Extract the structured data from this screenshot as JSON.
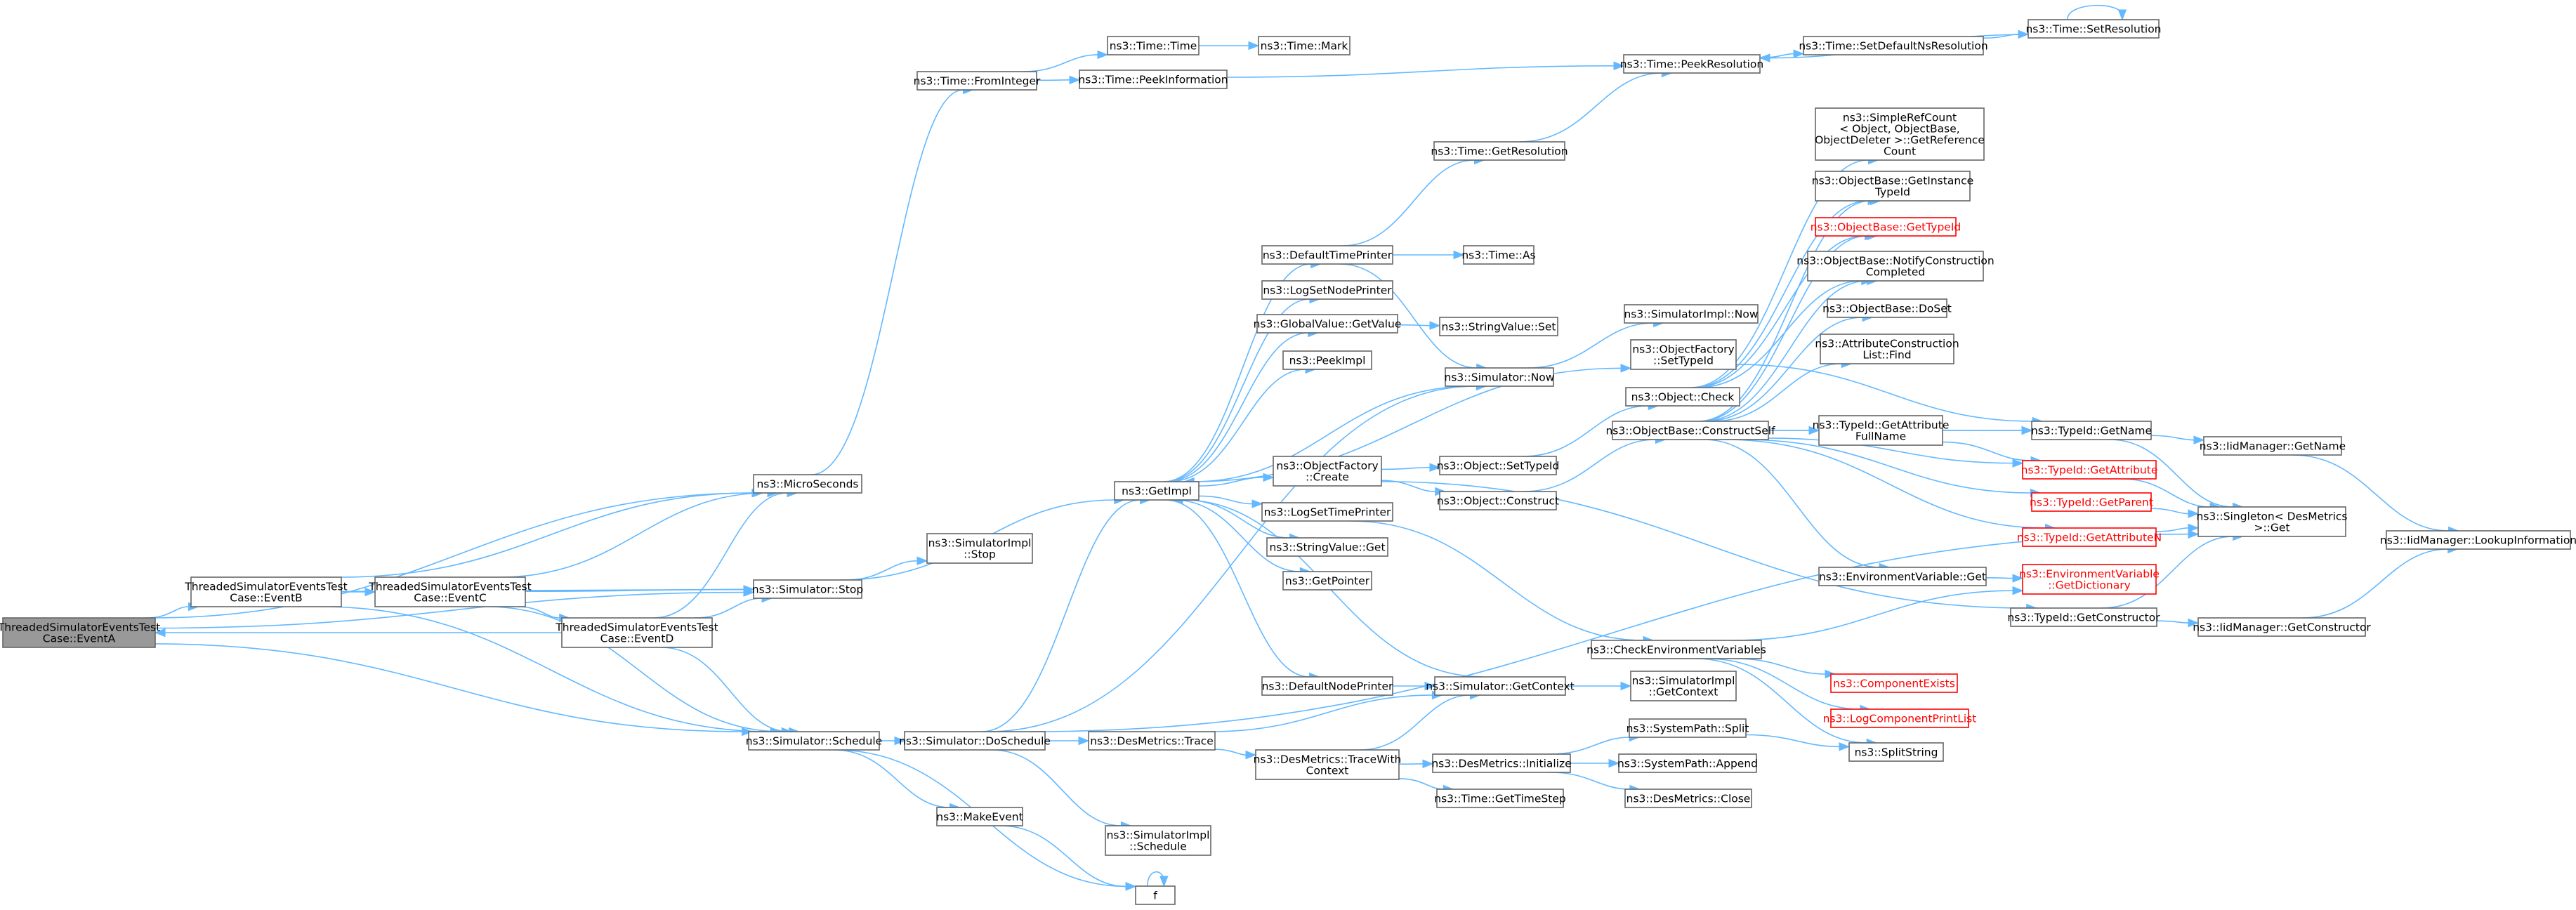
{
  "graph": {
    "root": "eventa",
    "colors": {
      "edge": "#63b8ff",
      "node_border": "#666666",
      "root_fill": "#999999",
      "missing_text": "#ff0000"
    },
    "nodes": [
      {
        "id": "eventa",
        "lines": [
          "ThreadedSimulatorEventsTest",
          "Case::EventA"
        ],
        "root": true
      },
      {
        "id": "eventb",
        "lines": [
          "ThreadedSimulatorEventsTest",
          "Case::EventB"
        ]
      },
      {
        "id": "eventc",
        "lines": [
          "ThreadedSimulatorEventsTest",
          "Case::EventC"
        ]
      },
      {
        "id": "eventd",
        "lines": [
          "ThreadedSimulatorEventsTest",
          "Case::EventD"
        ]
      },
      {
        "id": "microseconds",
        "lines": [
          "ns3::MicroSeconds"
        ]
      },
      {
        "id": "sim_stop",
        "lines": [
          "ns3::Simulator::Stop"
        ]
      },
      {
        "id": "sim_schedule",
        "lines": [
          "ns3::Simulator::Schedule"
        ]
      },
      {
        "id": "time_fromint",
        "lines": [
          "ns3::Time::FromInteger"
        ]
      },
      {
        "id": "simimpl_stop",
        "lines": [
          "ns3::SimulatorImpl",
          "::Stop"
        ]
      },
      {
        "id": "sim_doschedule",
        "lines": [
          "ns3::Simulator::DoSchedule"
        ]
      },
      {
        "id": "makeevent",
        "lines": [
          "ns3::MakeEvent"
        ]
      },
      {
        "id": "time_time",
        "lines": [
          "ns3::Time::Time"
        ]
      },
      {
        "id": "time_peekinfo",
        "lines": [
          "ns3::Time::PeekInformation"
        ]
      },
      {
        "id": "time_mark",
        "lines": [
          "ns3::Time::Mark"
        ]
      },
      {
        "id": "getimpl",
        "lines": [
          "ns3::GetImpl"
        ]
      },
      {
        "id": "desmetrics_trace",
        "lines": [
          "ns3::DesMetrics::Trace"
        ]
      },
      {
        "id": "simimpl_schedule",
        "lines": [
          "ns3::SimulatorImpl",
          "::Schedule"
        ]
      },
      {
        "id": "f",
        "lines": [
          "f"
        ]
      },
      {
        "id": "defaulttimeprinter",
        "lines": [
          "ns3::DefaultTimePrinter"
        ]
      },
      {
        "id": "logsetnodeprinter",
        "lines": [
          "ns3::LogSetNodePrinter"
        ]
      },
      {
        "id": "globalvalue_getvalue",
        "lines": [
          "ns3::GlobalValue::GetValue"
        ]
      },
      {
        "id": "peekimpl",
        "lines": [
          "ns3::PeekImpl"
        ]
      },
      {
        "id": "objectfactory_create",
        "lines": [
          "ns3::ObjectFactory",
          "::Create"
        ]
      },
      {
        "id": "logsettimeprinter",
        "lines": [
          "ns3::LogSetTimePrinter"
        ]
      },
      {
        "id": "stringvalue_get",
        "lines": [
          "ns3::StringValue::Get"
        ]
      },
      {
        "id": "getpointer",
        "lines": [
          "ns3::GetPointer"
        ]
      },
      {
        "id": "defaultnodeprinter",
        "lines": [
          "ns3::DefaultNodePrinter"
        ]
      },
      {
        "id": "desmetrics_tracewithcontext",
        "lines": [
          "ns3::DesMetrics::TraceWith",
          "Context"
        ]
      },
      {
        "id": "time_getresolution",
        "lines": [
          "ns3::Time::GetResolution"
        ]
      },
      {
        "id": "time_as",
        "lines": [
          "ns3::Time::As"
        ]
      },
      {
        "id": "stringvalue_set",
        "lines": [
          "ns3::StringValue::Set"
        ]
      },
      {
        "id": "sim_now",
        "lines": [
          "ns3::Simulator::Now"
        ]
      },
      {
        "id": "object_settypeid",
        "lines": [
          "ns3::Object::SetTypeId"
        ]
      },
      {
        "id": "object_construct",
        "lines": [
          "ns3::Object::Construct"
        ]
      },
      {
        "id": "sim_getcontext",
        "lines": [
          "ns3::Simulator::GetContext"
        ]
      },
      {
        "id": "desmetrics_initialize",
        "lines": [
          "ns3::DesMetrics::Initialize"
        ]
      },
      {
        "id": "time_gettimestep",
        "lines": [
          "ns3::Time::GetTimeStep"
        ]
      },
      {
        "id": "time_peekresolution",
        "lines": [
          "ns3::Time::PeekResolution"
        ]
      },
      {
        "id": "simimpl_now",
        "lines": [
          "ns3::SimulatorImpl::Now"
        ]
      },
      {
        "id": "objectfactory_settypeid",
        "lines": [
          "ns3::ObjectFactory",
          "::SetTypeId"
        ]
      },
      {
        "id": "object_check",
        "lines": [
          "ns3::Object::Check"
        ]
      },
      {
        "id": "objectbase_constructself",
        "lines": [
          "ns3::ObjectBase::ConstructSelf"
        ]
      },
      {
        "id": "checkenvvars",
        "lines": [
          "ns3::CheckEnvironmentVariables"
        ]
      },
      {
        "id": "simimpl_getcontext",
        "lines": [
          "ns3::SimulatorImpl",
          "::GetContext"
        ]
      },
      {
        "id": "systempath_split",
        "lines": [
          "ns3::SystemPath::Split"
        ]
      },
      {
        "id": "systempath_append",
        "lines": [
          "ns3::SystemPath::Append"
        ]
      },
      {
        "id": "desmetrics_close",
        "lines": [
          "ns3::DesMetrics::Close"
        ]
      },
      {
        "id": "time_setdefaultns",
        "lines": [
          "ns3::Time::SetDefaultNsResolution"
        ]
      },
      {
        "id": "time_setresolution",
        "lines": [
          "ns3::Time::SetResolution"
        ]
      },
      {
        "id": "simplerefcount",
        "lines": [
          "ns3::SimpleRefCount",
          "< Object, ObjectBase,",
          "ObjectDeleter >::GetReference",
          "Count"
        ]
      },
      {
        "id": "objectbase_getinstancetypeid",
        "lines": [
          "ns3::ObjectBase::GetInstance",
          "TypeId"
        ]
      },
      {
        "id": "objectbase_gettypeid",
        "lines": [
          "ns3::ObjectBase::GetTypeId"
        ],
        "missing": true
      },
      {
        "id": "objectbase_notifyconstruction",
        "lines": [
          "ns3::ObjectBase::NotifyConstruction",
          "Completed"
        ]
      },
      {
        "id": "objectbase_doset",
        "lines": [
          "ns3::ObjectBase::DoSet"
        ]
      },
      {
        "id": "attrconstructionlist_find",
        "lines": [
          "ns3::AttributeConstruction",
          "List::Find"
        ]
      },
      {
        "id": "typeid_getattributefullname",
        "lines": [
          "ns3::TypeId::GetAttribute",
          "FullName"
        ]
      },
      {
        "id": "typeid_getattribute",
        "lines": [
          "ns3::TypeId::GetAttribute"
        ],
        "missing": true
      },
      {
        "id": "typeid_getparent",
        "lines": [
          "ns3::TypeId::GetParent"
        ],
        "missing": true
      },
      {
        "id": "typeid_getattributen",
        "lines": [
          "ns3::TypeId::GetAttributeN"
        ],
        "missing": true
      },
      {
        "id": "envvar_get",
        "lines": [
          "ns3::EnvironmentVariable::Get"
        ]
      },
      {
        "id": "envvar_getdictionary",
        "lines": [
          "ns3::EnvironmentVariable",
          "::GetDictionary"
        ],
        "missing": true
      },
      {
        "id": "typeid_getconstructor",
        "lines": [
          "ns3::TypeId::GetConstructor"
        ]
      },
      {
        "id": "componentexists",
        "lines": [
          "ns3::ComponentExists"
        ],
        "missing": true
      },
      {
        "id": "logcomponentprintlist",
        "lines": [
          "ns3::LogComponentPrintList"
        ],
        "missing": true
      },
      {
        "id": "splitstring",
        "lines": [
          "ns3::SplitString"
        ]
      },
      {
        "id": "typeid_getname",
        "lines": [
          "ns3::TypeId::GetName"
        ]
      },
      {
        "id": "iidmanager_getname",
        "lines": [
          "ns3::IidManager::GetName"
        ]
      },
      {
        "id": "singleton_get",
        "lines": [
          "ns3::Singleton< DesMetrics",
          ">::Get"
        ]
      },
      {
        "id": "iidmanager_getconstructor",
        "lines": [
          "ns3::IidManager::GetConstructor"
        ]
      },
      {
        "id": "iidmanager_lookupinfo",
        "lines": [
          "ns3::IidManager::LookupInformation"
        ]
      }
    ],
    "edges": [
      [
        "eventa",
        "eventb"
      ],
      [
        "eventa",
        "microseconds"
      ],
      [
        "eventa",
        "sim_stop"
      ],
      [
        "eventa",
        "sim_schedule"
      ],
      [
        "eventb",
        "eventc"
      ],
      [
        "eventb",
        "microseconds"
      ],
      [
        "eventb",
        "sim_stop"
      ],
      [
        "eventb",
        "sim_schedule"
      ],
      [
        "eventc",
        "eventd"
      ],
      [
        "eventc",
        "microseconds"
      ],
      [
        "eventc",
        "sim_stop"
      ],
      [
        "eventc",
        "sim_schedule"
      ],
      [
        "eventd",
        "eventa"
      ],
      [
        "eventd",
        "microseconds"
      ],
      [
        "eventd",
        "sim_stop"
      ],
      [
        "eventd",
        "sim_schedule"
      ],
      [
        "microseconds",
        "time_fromint"
      ],
      [
        "sim_stop",
        "simimpl_stop"
      ],
      [
        "sim_stop",
        "getimpl"
      ],
      [
        "sim_schedule",
        "sim_doschedule"
      ],
      [
        "sim_schedule",
        "makeevent"
      ],
      [
        "sim_schedule",
        "f"
      ],
      [
        "time_fromint",
        "time_time"
      ],
      [
        "time_fromint",
        "time_peekinfo"
      ],
      [
        "time_time",
        "time_mark"
      ],
      [
        "time_peekinfo",
        "time_peekresolution"
      ],
      [
        "sim_doschedule",
        "getimpl"
      ],
      [
        "sim_doschedule",
        "desmetrics_trace"
      ],
      [
        "sim_doschedule",
        "simimpl_schedule"
      ],
      [
        "sim_doschedule",
        "sim_now"
      ],
      [
        "sim_doschedule",
        "singleton_get"
      ],
      [
        "makeevent",
        "f"
      ],
      [
        "f",
        "f"
      ],
      [
        "getimpl",
        "defaulttimeprinter"
      ],
      [
        "getimpl",
        "logsetnodeprinter"
      ],
      [
        "getimpl",
        "globalvalue_getvalue"
      ],
      [
        "getimpl",
        "peekimpl"
      ],
      [
        "getimpl",
        "objectfactory_create"
      ],
      [
        "getimpl",
        "logsettimeprinter"
      ],
      [
        "getimpl",
        "stringvalue_get"
      ],
      [
        "getimpl",
        "getpointer"
      ],
      [
        "getimpl",
        "defaultnodeprinter"
      ],
      [
        "getimpl",
        "objectfactory_settypeid"
      ],
      [
        "desmetrics_trace",
        "desmetrics_tracewithcontext"
      ],
      [
        "desmetrics_trace",
        "sim_getcontext"
      ],
      [
        "desmetrics_tracewithcontext",
        "sim_getcontext"
      ],
      [
        "desmetrics_tracewithcontext",
        "desmetrics_initialize"
      ],
      [
        "desmetrics_tracewithcontext",
        "time_gettimestep"
      ],
      [
        "defaulttimeprinter",
        "time_getresolution"
      ],
      [
        "defaulttimeprinter",
        "time_as"
      ],
      [
        "defaulttimeprinter",
        "sim_now"
      ],
      [
        "globalvalue_getvalue",
        "stringvalue_set"
      ],
      [
        "objectfactory_create",
        "object_settypeid"
      ],
      [
        "objectfactory_create",
        "object_construct"
      ],
      [
        "objectfactory_create",
        "typeid_getconstructor"
      ],
      [
        "logsettimeprinter",
        "checkenvvars"
      ],
      [
        "defaultnodeprinter",
        "sim_getcontext"
      ],
      [
        "sim_now",
        "getimpl"
      ],
      [
        "sim_now",
        "simimpl_now"
      ],
      [
        "sim_getcontext",
        "getimpl"
      ],
      [
        "sim_getcontext",
        "simimpl_getcontext"
      ],
      [
        "time_getresolution",
        "time_peekresolution"
      ],
      [
        "object_settypeid",
        "object_check"
      ],
      [
        "object_construct",
        "objectbase_constructself"
      ],
      [
        "desmetrics_initialize",
        "systempath_split"
      ],
      [
        "desmetrics_initialize",
        "systempath_append"
      ],
      [
        "desmetrics_initialize",
        "desmetrics_close"
      ],
      [
        "time_peekresolution",
        "time_setdefaultns"
      ],
      [
        "time_setdefaultns",
        "time_setresolution"
      ],
      [
        "time_setresolution",
        "time_setresolution"
      ],
      [
        "time_setresolution",
        "time_peekresolution"
      ],
      [
        "objectfactory_settypeid",
        "typeid_getname"
      ],
      [
        "object_check",
        "simplerefcount"
      ],
      [
        "object_check",
        "objectbase_getinstancetypeid"
      ],
      [
        "object_check",
        "objectbase_gettypeid"
      ],
      [
        "object_check",
        "objectbase_notifyconstruction"
      ],
      [
        "objectbase_constructself",
        "objectbase_doset"
      ],
      [
        "objectbase_constructself",
        "attrconstructionlist_find"
      ],
      [
        "objectbase_constructself",
        "typeid_getattributefullname"
      ],
      [
        "objectbase_constructself",
        "typeid_getattribute"
      ],
      [
        "objectbase_constructself",
        "typeid_getparent"
      ],
      [
        "objectbase_constructself",
        "typeid_getattributen"
      ],
      [
        "objectbase_constructself",
        "envvar_get"
      ],
      [
        "objectbase_constructself",
        "typeid_getname"
      ],
      [
        "objectbase_constructself",
        "objectbase_getinstancetypeid"
      ],
      [
        "objectbase_constructself",
        "objectbase_gettypeid"
      ],
      [
        "objectbase_constructself",
        "objectbase_notifyconstruction"
      ],
      [
        "typeid_getattributefullname",
        "typeid_getname"
      ],
      [
        "typeid_getattributefullname",
        "typeid_getattribute"
      ],
      [
        "typeid_getattribute",
        "singleton_get"
      ],
      [
        "typeid_getparent",
        "singleton_get"
      ],
      [
        "typeid_getattributen",
        "singleton_get"
      ],
      [
        "typeid_getname",
        "iidmanager_getname"
      ],
      [
        "typeid_getname",
        "singleton_get"
      ],
      [
        "iidmanager_getname",
        "iidmanager_lookupinfo"
      ],
      [
        "envvar_get",
        "envvar_getdictionary"
      ],
      [
        "typeid_getconstructor",
        "iidmanager_getconstructor"
      ],
      [
        "typeid_getconstructor",
        "singleton_get"
      ],
      [
        "iidmanager_getconstructor",
        "iidmanager_lookupinfo"
      ],
      [
        "checkenvvars",
        "envvar_getdictionary"
      ],
      [
        "checkenvvars",
        "componentexists"
      ],
      [
        "checkenvvars",
        "logcomponentprintlist"
      ],
      [
        "checkenvvars",
        "splitstring"
      ],
      [
        "systempath_split",
        "splitstring"
      ]
    ]
  }
}
